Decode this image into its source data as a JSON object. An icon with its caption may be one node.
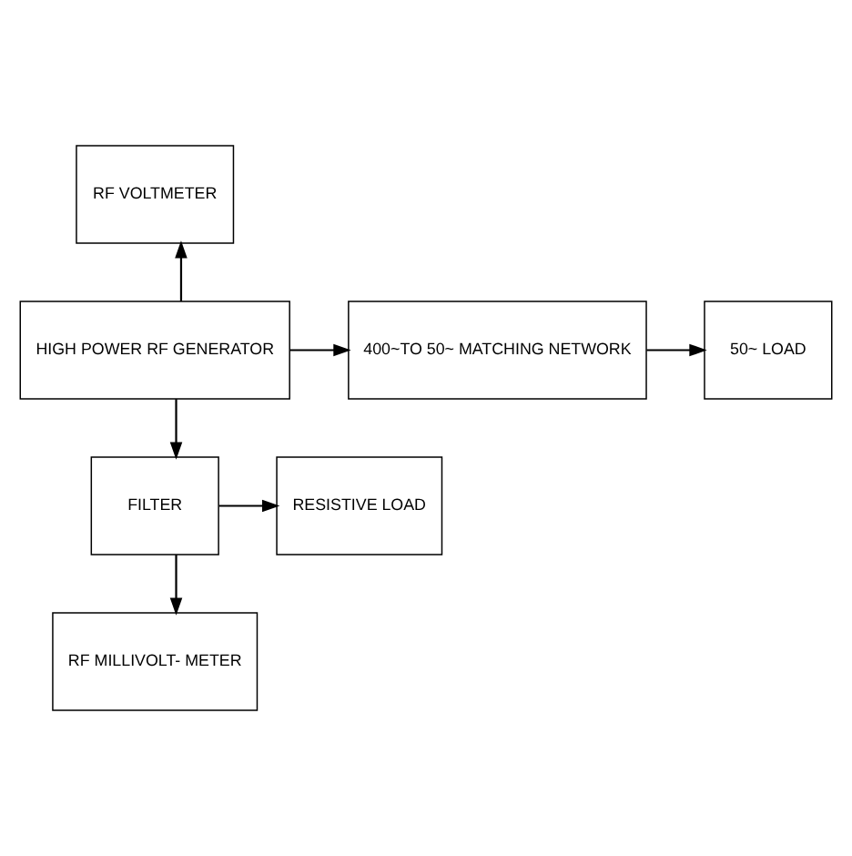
{
  "diagram": {
    "nodes": [
      {
        "text": [
          "RF VOLTMETER"
        ]
      },
      {
        "text": [
          "HIGH POWER RF GENERATOR"
        ]
      },
      {
        "text": [
          "400~TO 50~ MATCHING NETWORK"
        ]
      },
      {
        "text": [
          "50~ LOAD"
        ]
      },
      {
        "text": [
          "FILTER"
        ]
      },
      {
        "text": [
          "RESISTIVE LOAD"
        ]
      },
      {
        "text": [
          "RF MILLIVOLT- METER"
        ]
      }
    ],
    "edges": [
      {
        "from": 1,
        "to": 0,
        "arrow": "to"
      },
      {
        "from": 1,
        "to": 2,
        "arrow": "to"
      },
      {
        "from": 1,
        "to": 4,
        "arrow": "to"
      },
      {
        "from": 2,
        "to": 3,
        "arrow": "to"
      },
      {
        "from": 4,
        "to": 5,
        "arrow": "to"
      },
      {
        "from": 4,
        "to": 6,
        "arrow": "to"
      }
    ]
  }
}
